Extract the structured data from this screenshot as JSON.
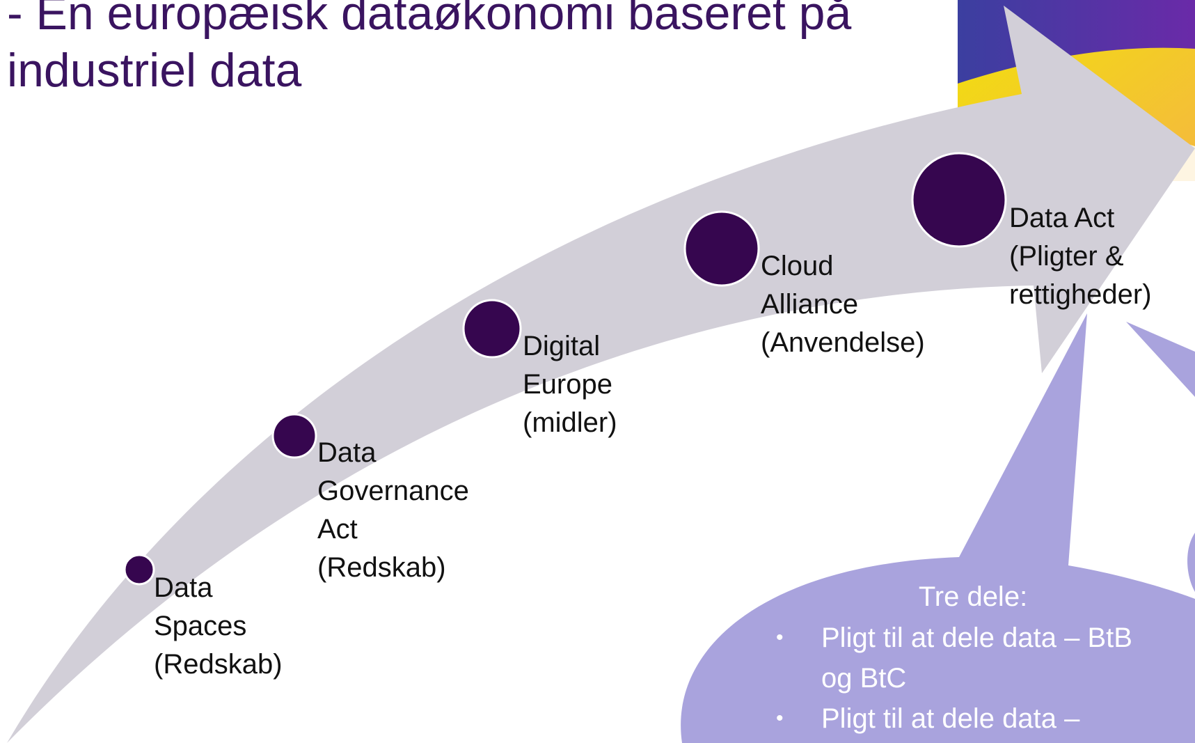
{
  "title": {
    "line1": "- En europæisk dataøkonomi baseret på",
    "line2": "industriel data"
  },
  "colors": {
    "title": "#3a1460",
    "arrow": "#d2cfd8",
    "milestone_dot": "#36064f",
    "callout": "#a9a3dd",
    "callout_text": "#ffffff",
    "corner_decoration": [
      "#3b3fa0",
      "#6a2aa8",
      "#f2e20a",
      "#f4b840"
    ]
  },
  "milestones": [
    {
      "lines": [
        "Data",
        "Spaces",
        "(Redskab)"
      ]
    },
    {
      "lines": [
        "Data",
        "Governance",
        "Act",
        "(Redskab)"
      ]
    },
    {
      "lines": [
        "Digital",
        "Europe",
        "(midler)"
      ]
    },
    {
      "lines": [
        "Cloud",
        "Alliance",
        "(Anvendelse)"
      ]
    },
    {
      "lines": [
        "Data Act",
        "(Pligter &",
        "rettigheder)"
      ]
    }
  ],
  "callout": {
    "heading": "Tre dele:",
    "bullet_glyph": "•",
    "bullets": [
      {
        "lines": [
          "Pligt til at dele data – BtB",
          "og BtC"
        ]
      },
      {
        "lines": [
          "Pligt til at dele data  –"
        ]
      }
    ]
  }
}
